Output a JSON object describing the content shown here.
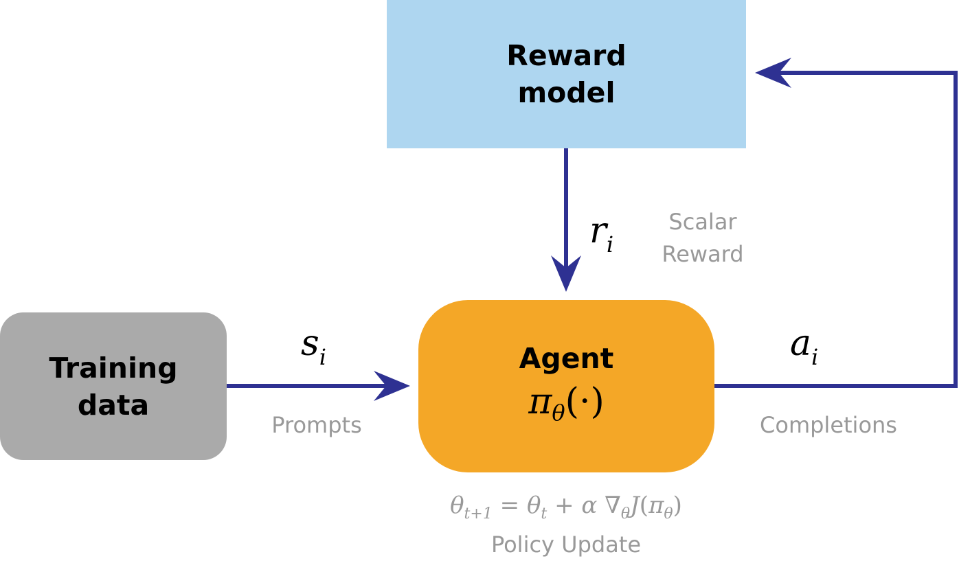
{
  "colors": {
    "reward_model_fill": "#AED6F0",
    "training_data_fill": "#AAAAAA",
    "agent_fill": "#F4A727",
    "arrow": "#2E3192",
    "annotation_text": "#999999"
  },
  "nodes": {
    "reward_model": {
      "line1": "Reward",
      "line2": "model"
    },
    "training_data": {
      "line1": "Training",
      "line2": "data"
    },
    "agent": {
      "title": "Agent",
      "policy": "π",
      "policy_sub": "θ",
      "policy_arg": "(·)"
    }
  },
  "edges": {
    "prompts": {
      "symbol": "s",
      "symbol_sub": "i",
      "label": "Prompts"
    },
    "completions": {
      "symbol": "a",
      "symbol_sub": "i",
      "label": "Completions"
    },
    "reward": {
      "symbol": "r",
      "symbol_sub": "i",
      "label_line1": "Scalar",
      "label_line2": "Reward"
    }
  },
  "policy_update": {
    "equation": "θt+1 = θt + α ∇θ J(πθ)",
    "label": "Policy Update"
  }
}
